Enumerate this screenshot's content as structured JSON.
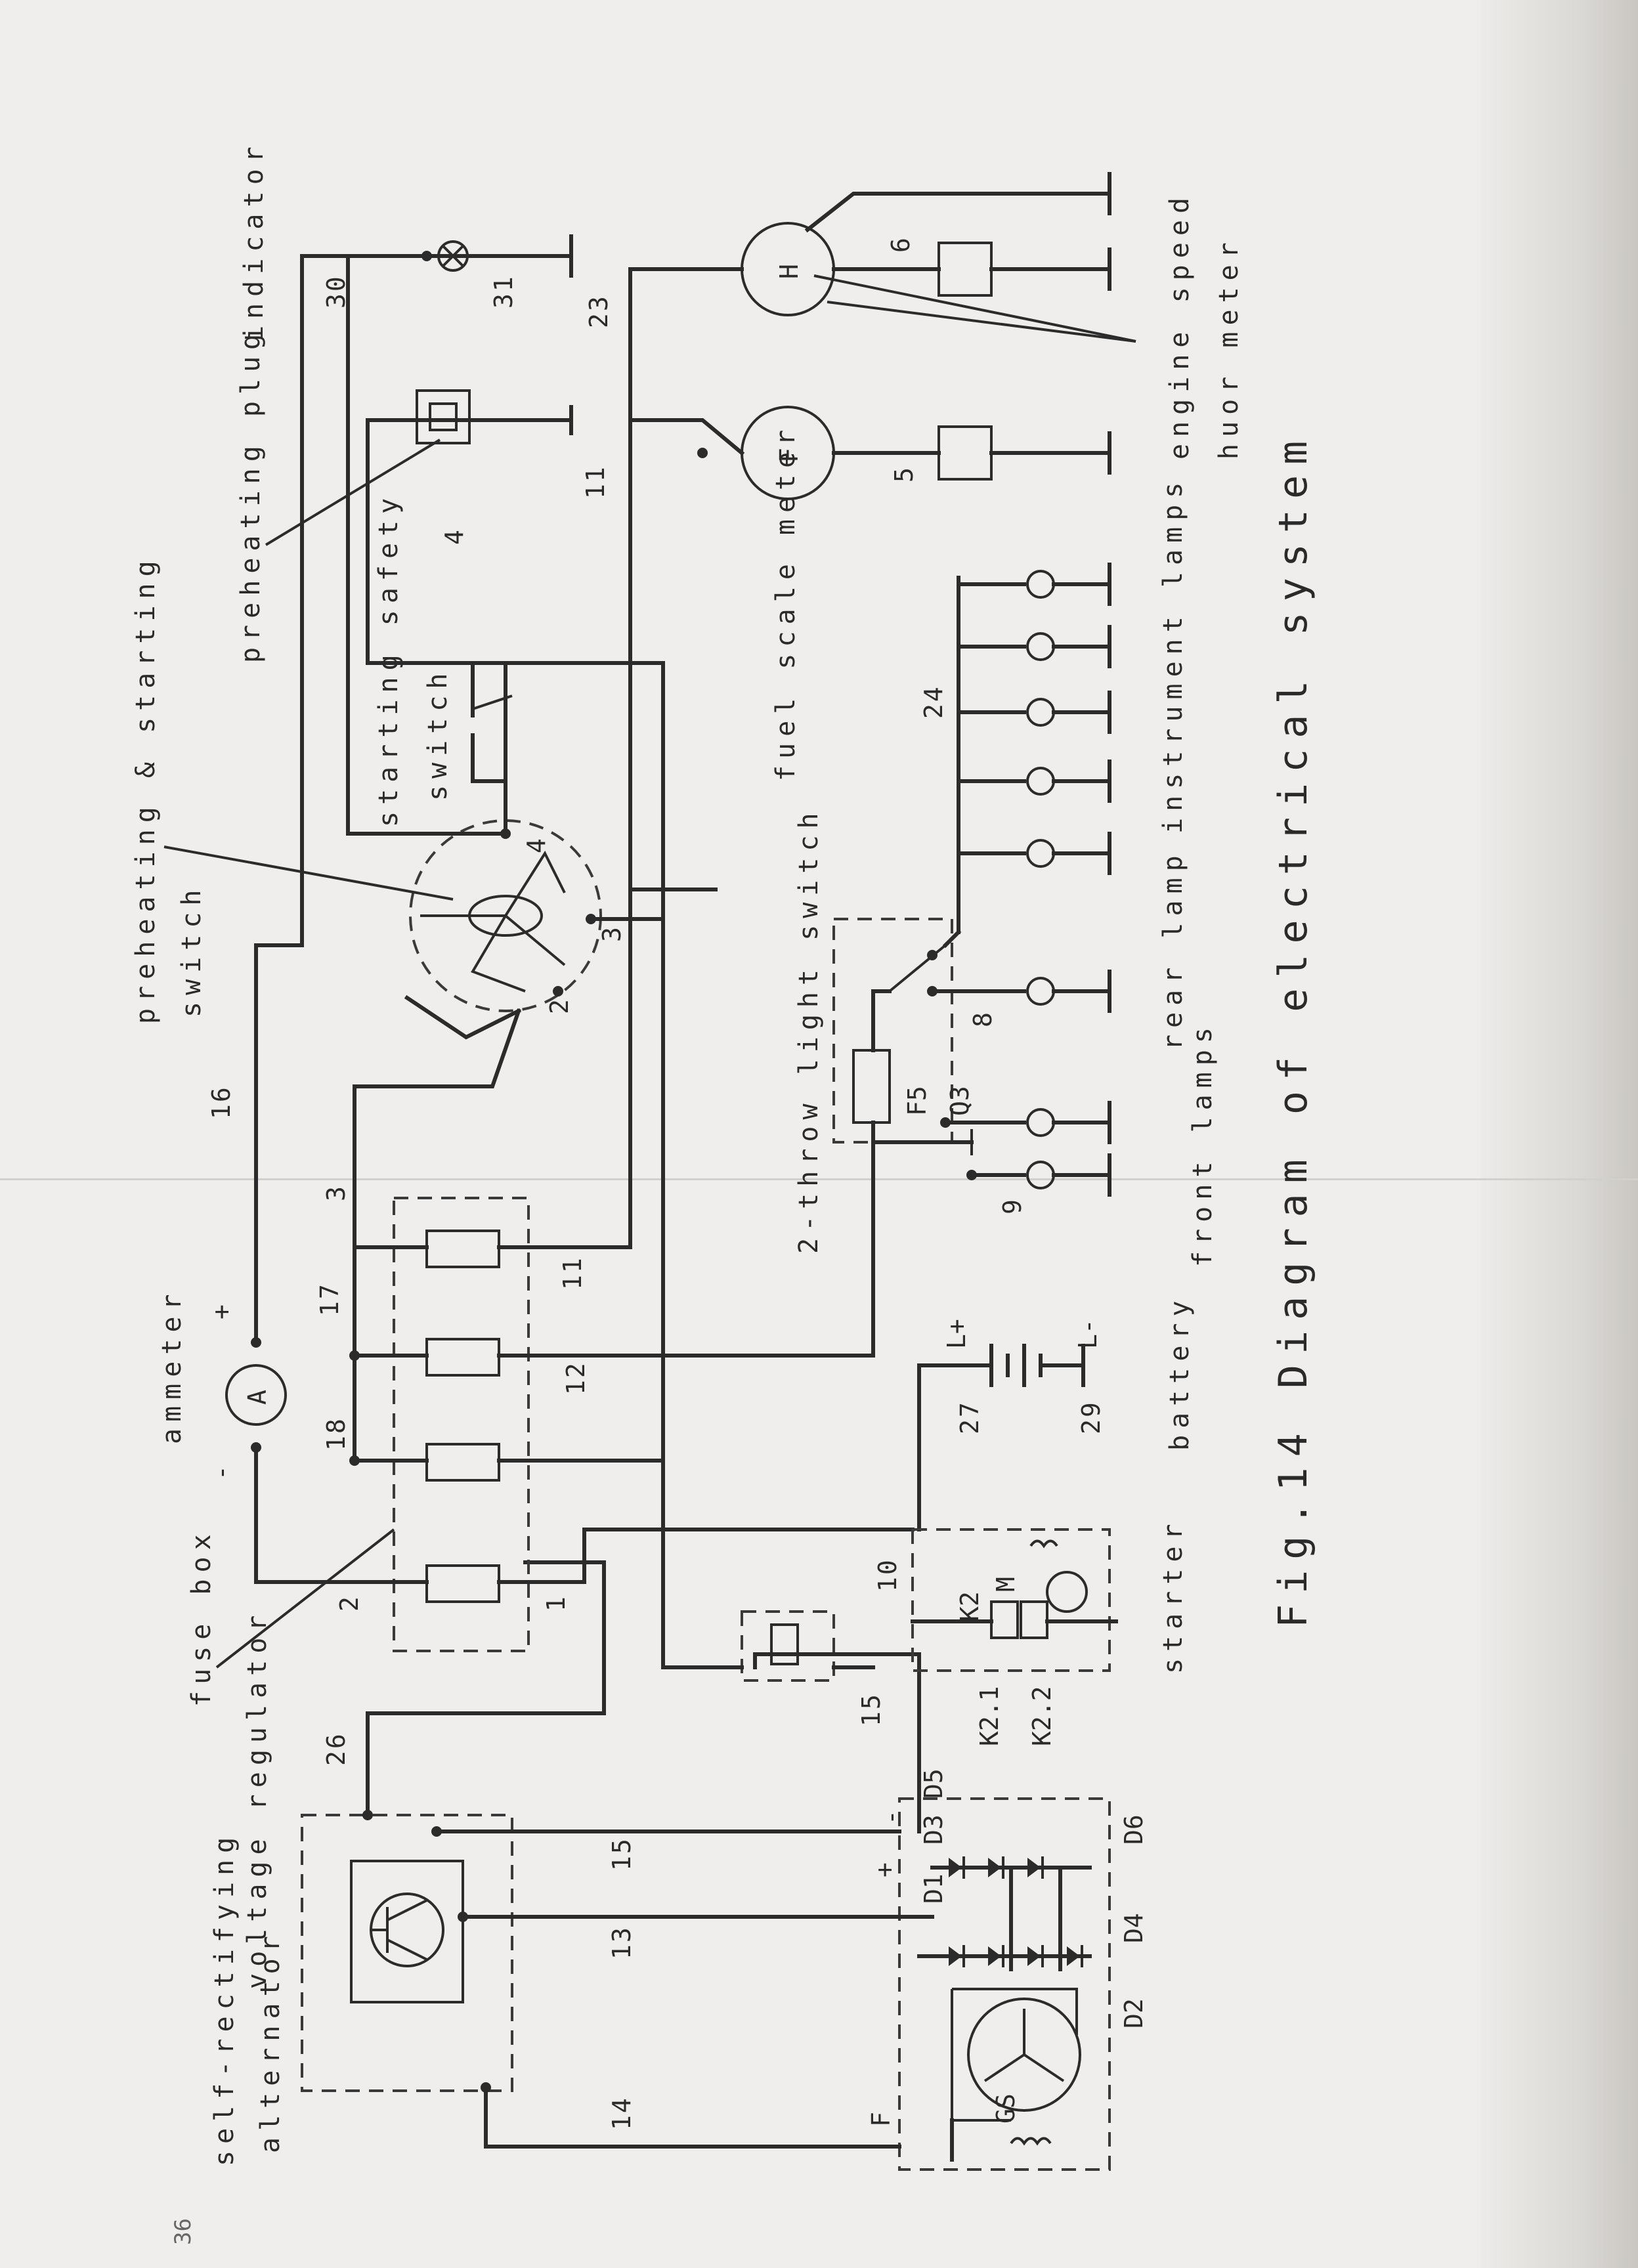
{
  "page": {
    "page_number": "36"
  },
  "caption": "Fig.14 Diagram of electrical system",
  "labels": {
    "voltage_regulator": "voltage regulator",
    "fuse_box": "fuse box",
    "ammeter": "ammeter",
    "preheating_starting_switch_1": "preheating & starting",
    "preheating_starting_switch_2": "switch",
    "starting_safety_switch_1": "starting safety",
    "starting_safety_switch_2": "switch",
    "preheating_plug": "preheating plug",
    "indicator": "indicator",
    "engine_speed_1": "engine speed",
    "engine_speed_2": "huor meter",
    "fuel_scale_meter": "fuel scale meter",
    "instrument_lamps": "instrument lamps",
    "rear_lamp": "rear lamp",
    "front_lamps": "front lamps",
    "light_switch": "2-throw light switch",
    "battery": "battery",
    "starter": "starter",
    "alternator_1": "self-rectifying",
    "alternator_2": "alternator"
  },
  "symbols": {
    "ammeter": "A",
    "hour_meter": "H",
    "fuel_meter": "F",
    "plus": "+",
    "minus": "-",
    "l_plus": "L+",
    "l_minus": "L-",
    "k21": "K2.1",
    "k22": "K2.2",
    "k2": "K2",
    "m": "M",
    "f5": "F5",
    "q3": "Q3",
    "gs": "GS",
    "f_term": "F",
    "d1": "D1",
    "d2": "D2",
    "d3": "D3",
    "d4": "D4",
    "d5": "D5",
    "d6": "D6"
  },
  "wire_numbers": {
    "w1": "1",
    "w2": "2",
    "w3": "3",
    "w4": "4",
    "w5": "5",
    "w6": "6",
    "w8": "8",
    "w9": "9",
    "w10": "10",
    "w11a": "11",
    "w11b": "11",
    "w12": "12",
    "w13": "13",
    "w14": "14",
    "w15a": "15",
    "w15b": "15",
    "w16": "16",
    "w17": "17",
    "w18": "18",
    "w23": "23",
    "w24": "24",
    "w26": "26",
    "w27": "27",
    "w29": "29",
    "w30": "30",
    "w31": "31",
    "sw2": "2",
    "sw3": "3",
    "sw4": "4"
  }
}
